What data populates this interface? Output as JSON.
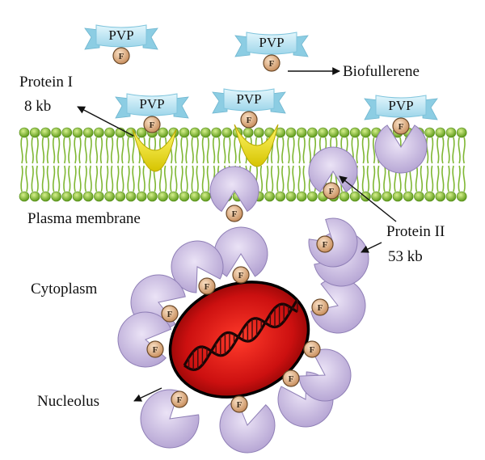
{
  "labels": {
    "protein_one": "Protein I",
    "protein_one_size": "8 kb",
    "biofullerene": "Biofullerene",
    "plasma_membrane": "Plasma membrane",
    "protein_two": "Protein II",
    "protein_two_size": "53 kb",
    "cytoplasm": "Cytoplasm",
    "nucleolus": "Nucleolus"
  },
  "markers": {
    "pvp": "PVP",
    "fullerene": "F"
  },
  "colors": {
    "background": "#ffffff",
    "lipid_head": "#8cc63f",
    "lipid_tail": "#8cc63f",
    "pvp_ribbon": "#b7e4f2",
    "fullerene": "#e0b48a",
    "protein_one": "#f5e81a",
    "protein_two": "#c7b8df",
    "nucleus": "#cc1111",
    "dna": "#2a0a0a"
  },
  "icons": {
    "pvp_marker": "ribbon-banner-icon",
    "fullerene_marker": "circle-ball-icon",
    "protein_one": "yellow-crescent-icon",
    "protein_two": "purple-pacman-icon",
    "nucleus": "red-ellipse-icon",
    "dna": "double-helix-icon"
  }
}
